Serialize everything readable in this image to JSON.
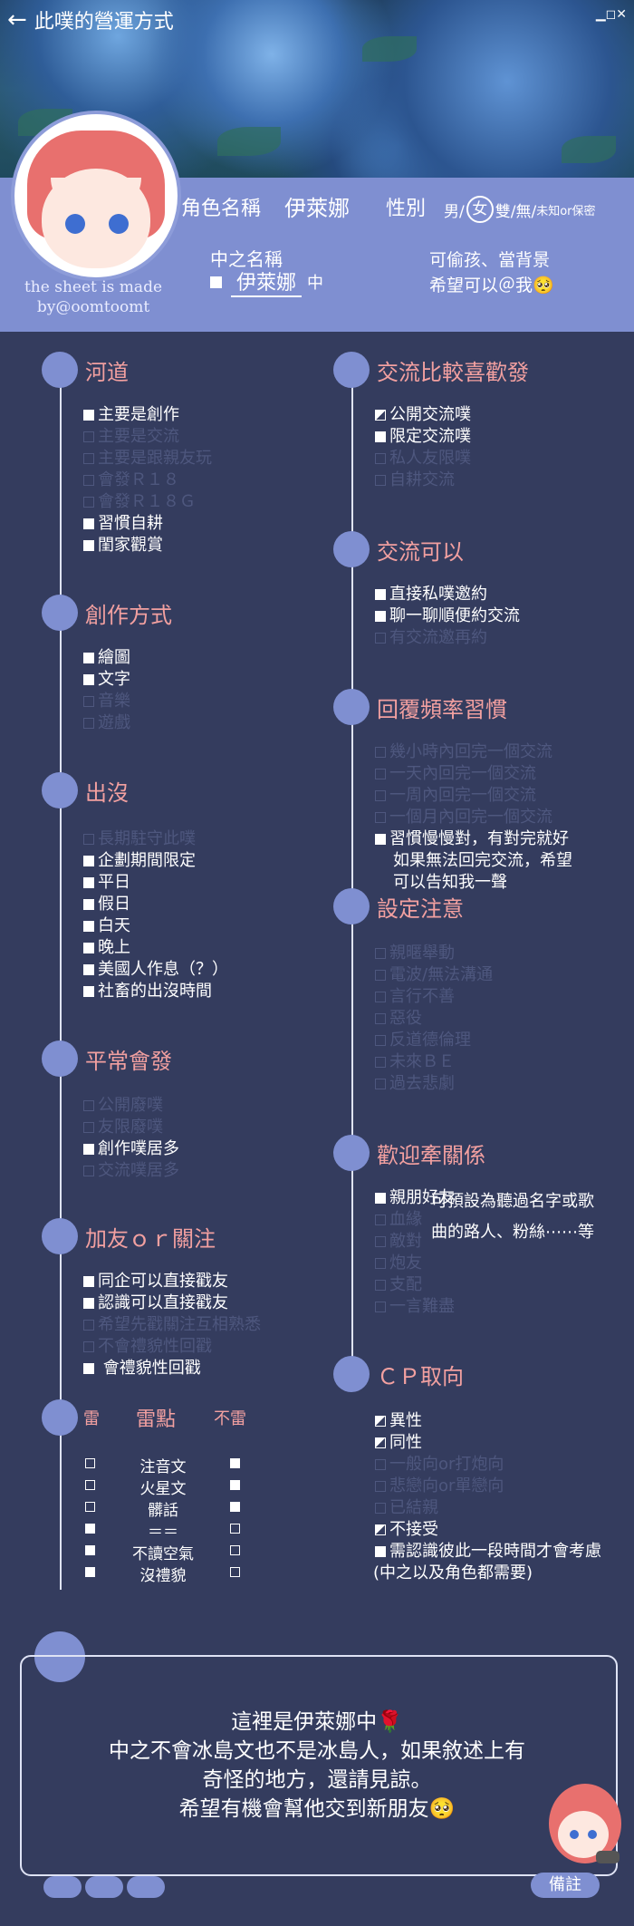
{
  "header": {
    "title": "此噗的營運方式",
    "back_icon": "←",
    "win_icon": "▁◻✕"
  },
  "profile": {
    "char_name_label": "角色名稱",
    "char_name": "伊萊娜",
    "gender_label": "性別",
    "gender_male": "男/",
    "gender_female": "女",
    "gender_other": "雙/無/",
    "gender_small": "未知or保密",
    "pl_label": "中之名稱",
    "pl_name": "伊萊娜",
    "pl_suffix": "中",
    "steal_note": "可偷孩、當背景",
    "hope_note": "希望可以＠我🥺",
    "credit": "the sheet is made by@oomtoomt"
  },
  "left": {
    "river": {
      "title": "河道",
      "items": [
        {
          "t": "主要是創作",
          "s": "on"
        },
        {
          "t": "主要是交流",
          "s": "off"
        },
        {
          "t": "主要是跟親友玩",
          "s": "off"
        },
        {
          "t": "會發Ｒ１８",
          "s": "off"
        },
        {
          "t": "會發Ｒ１８Ｇ",
          "s": "off"
        },
        {
          "t": "習慣自耕",
          "s": "on"
        },
        {
          "t": "閨家觀賞",
          "s": "on"
        }
      ]
    },
    "create": {
      "title": "創作方式",
      "items": [
        {
          "t": "繪圖",
          "s": "on"
        },
        {
          "t": "文字",
          "s": "on"
        },
        {
          "t": "音樂",
          "s": "off"
        },
        {
          "t": "遊戲",
          "s": "off"
        }
      ]
    },
    "appear": {
      "title": "出沒",
      "items": [
        {
          "t": "長期駐守此噗",
          "s": "off"
        },
        {
          "t": "企劃期間限定",
          "s": "on"
        },
        {
          "t": "平日",
          "s": "on"
        },
        {
          "t": "假日",
          "s": "on"
        },
        {
          "t": "白天",
          "s": "on"
        },
        {
          "t": "晚上",
          "s": "on"
        },
        {
          "t": "美國人作息（？）",
          "s": "on"
        },
        {
          "t": "社畜的出沒時間",
          "s": "on"
        }
      ]
    },
    "usual": {
      "title": "平常會發",
      "items": [
        {
          "t": "公開廢噗",
          "s": "off"
        },
        {
          "t": "友限廢噗",
          "s": "off"
        },
        {
          "t": "創作噗居多",
          "s": "on"
        },
        {
          "t": "交流噗居多",
          "s": "off"
        }
      ]
    },
    "friend": {
      "title": "加友ｏｒ關注",
      "items": [
        {
          "t": "同企可以直接戳友",
          "s": "on"
        },
        {
          "t": "認識可以直接戳友",
          "s": "on"
        },
        {
          "t": "希望先戳關注互相熟悉",
          "s": "off"
        },
        {
          "t": "不會禮貌性回戳",
          "s": "off"
        },
        {
          "t": " 會禮貌性回戳",
          "s": "on"
        }
      ]
    },
    "mines": {
      "thunder": "雷",
      "title": "雷點",
      "nothunder": "不雷",
      "rows": [
        {
          "t": "注音文",
          "l": "off",
          "r": "on"
        },
        {
          "t": "火星文",
          "l": "off",
          "r": "on"
        },
        {
          "t": "髒話",
          "l": "off",
          "r": "on"
        },
        {
          "t": "＝＝",
          "l": "on",
          "r": "off"
        },
        {
          "t": "不讀空氣",
          "l": "on",
          "r": "off"
        },
        {
          "t": "沒禮貌",
          "l": "on",
          "r": "off"
        }
      ]
    }
  },
  "right": {
    "likes": {
      "title": "交流比較喜歡發",
      "items": [
        {
          "t": "公開交流噗",
          "s": "half"
        },
        {
          "t": "限定交流噗",
          "s": "on"
        },
        {
          "t": "私人友限噗",
          "s": "off"
        },
        {
          "t": "自耕交流",
          "s": "off"
        }
      ]
    },
    "can": {
      "title": "交流可以",
      "items": [
        {
          "t": "直接私噗邀約",
          "s": "on"
        },
        {
          "t": "聊一聊順便約交流",
          "s": "on"
        },
        {
          "t": "有交流邀再約",
          "s": "off"
        }
      ]
    },
    "reply": {
      "title": "回覆頻率習慣",
      "items": [
        {
          "t": "幾小時內回完一個交流",
          "s": "off"
        },
        {
          "t": "一天內回完一個交流",
          "s": "off"
        },
        {
          "t": "一周內回完一個交流",
          "s": "off"
        },
        {
          "t": "一個月內回完一個交流",
          "s": "off"
        },
        {
          "t": "習慣慢慢對，有對完就好",
          "s": "on"
        }
      ],
      "note1": "如果無法回完交流，希望",
      "note2": "可以告知我一聲"
    },
    "settings": {
      "title": "設定注意",
      "items": [
        {
          "t": "親暱舉動",
          "s": "off"
        },
        {
          "t": "電波/無法溝通",
          "s": "off"
        },
        {
          "t": "言行不善",
          "s": "off"
        },
        {
          "t": "惡役",
          "s": "off"
        },
        {
          "t": "反道德倫理",
          "s": "off"
        },
        {
          "t": "未來ＢＥ",
          "s": "off"
        },
        {
          "t": "過去悲劇",
          "s": "off"
        }
      ]
    },
    "relations": {
      "title": "歡迎牽關係",
      "items": [
        {
          "t": "親朋好友",
          "s": "on"
        },
        {
          "t": "血緣",
          "s": "off"
        },
        {
          "t": "敵對",
          "s": "off"
        },
        {
          "t": "炮友",
          "s": "off"
        },
        {
          "t": "支配",
          "s": "off"
        },
        {
          "t": "一言難盡",
          "s": "off"
        }
      ],
      "note1": "可預設為聽過名字或歌",
      "note2": "曲的路人、粉絲⋯⋯等"
    },
    "cp": {
      "title": "ＣＰ取向",
      "items": [
        {
          "t": "異性",
          "s": "half"
        },
        {
          "t": "同性",
          "s": "half"
        },
        {
          "t": "一般向or打炮向",
          "s": "off"
        },
        {
          "t": "悲戀向or單戀向",
          "s": "off"
        },
        {
          "t": "已結親",
          "s": "off"
        },
        {
          "t": "不接受",
          "s": "half"
        },
        {
          "t": "需認識彼此一段時間才會考慮",
          "s": "on"
        }
      ],
      "note": "(中之以及角色都需要)"
    }
  },
  "bottom": {
    "line1": "這裡是伊萊娜中🌹",
    "line2": "中之不會冰島文也不是冰島人，如果敘述上有",
    "line3": "奇怪的地方，還請見諒。",
    "line4": "希望有機會幫他交到新朋友🥺",
    "memo": "備註"
  },
  "colors": {
    "bg": "#343c5e",
    "accent": "#7f8fd1",
    "title": "#f2a0a0",
    "dim": "#4e577e"
  }
}
